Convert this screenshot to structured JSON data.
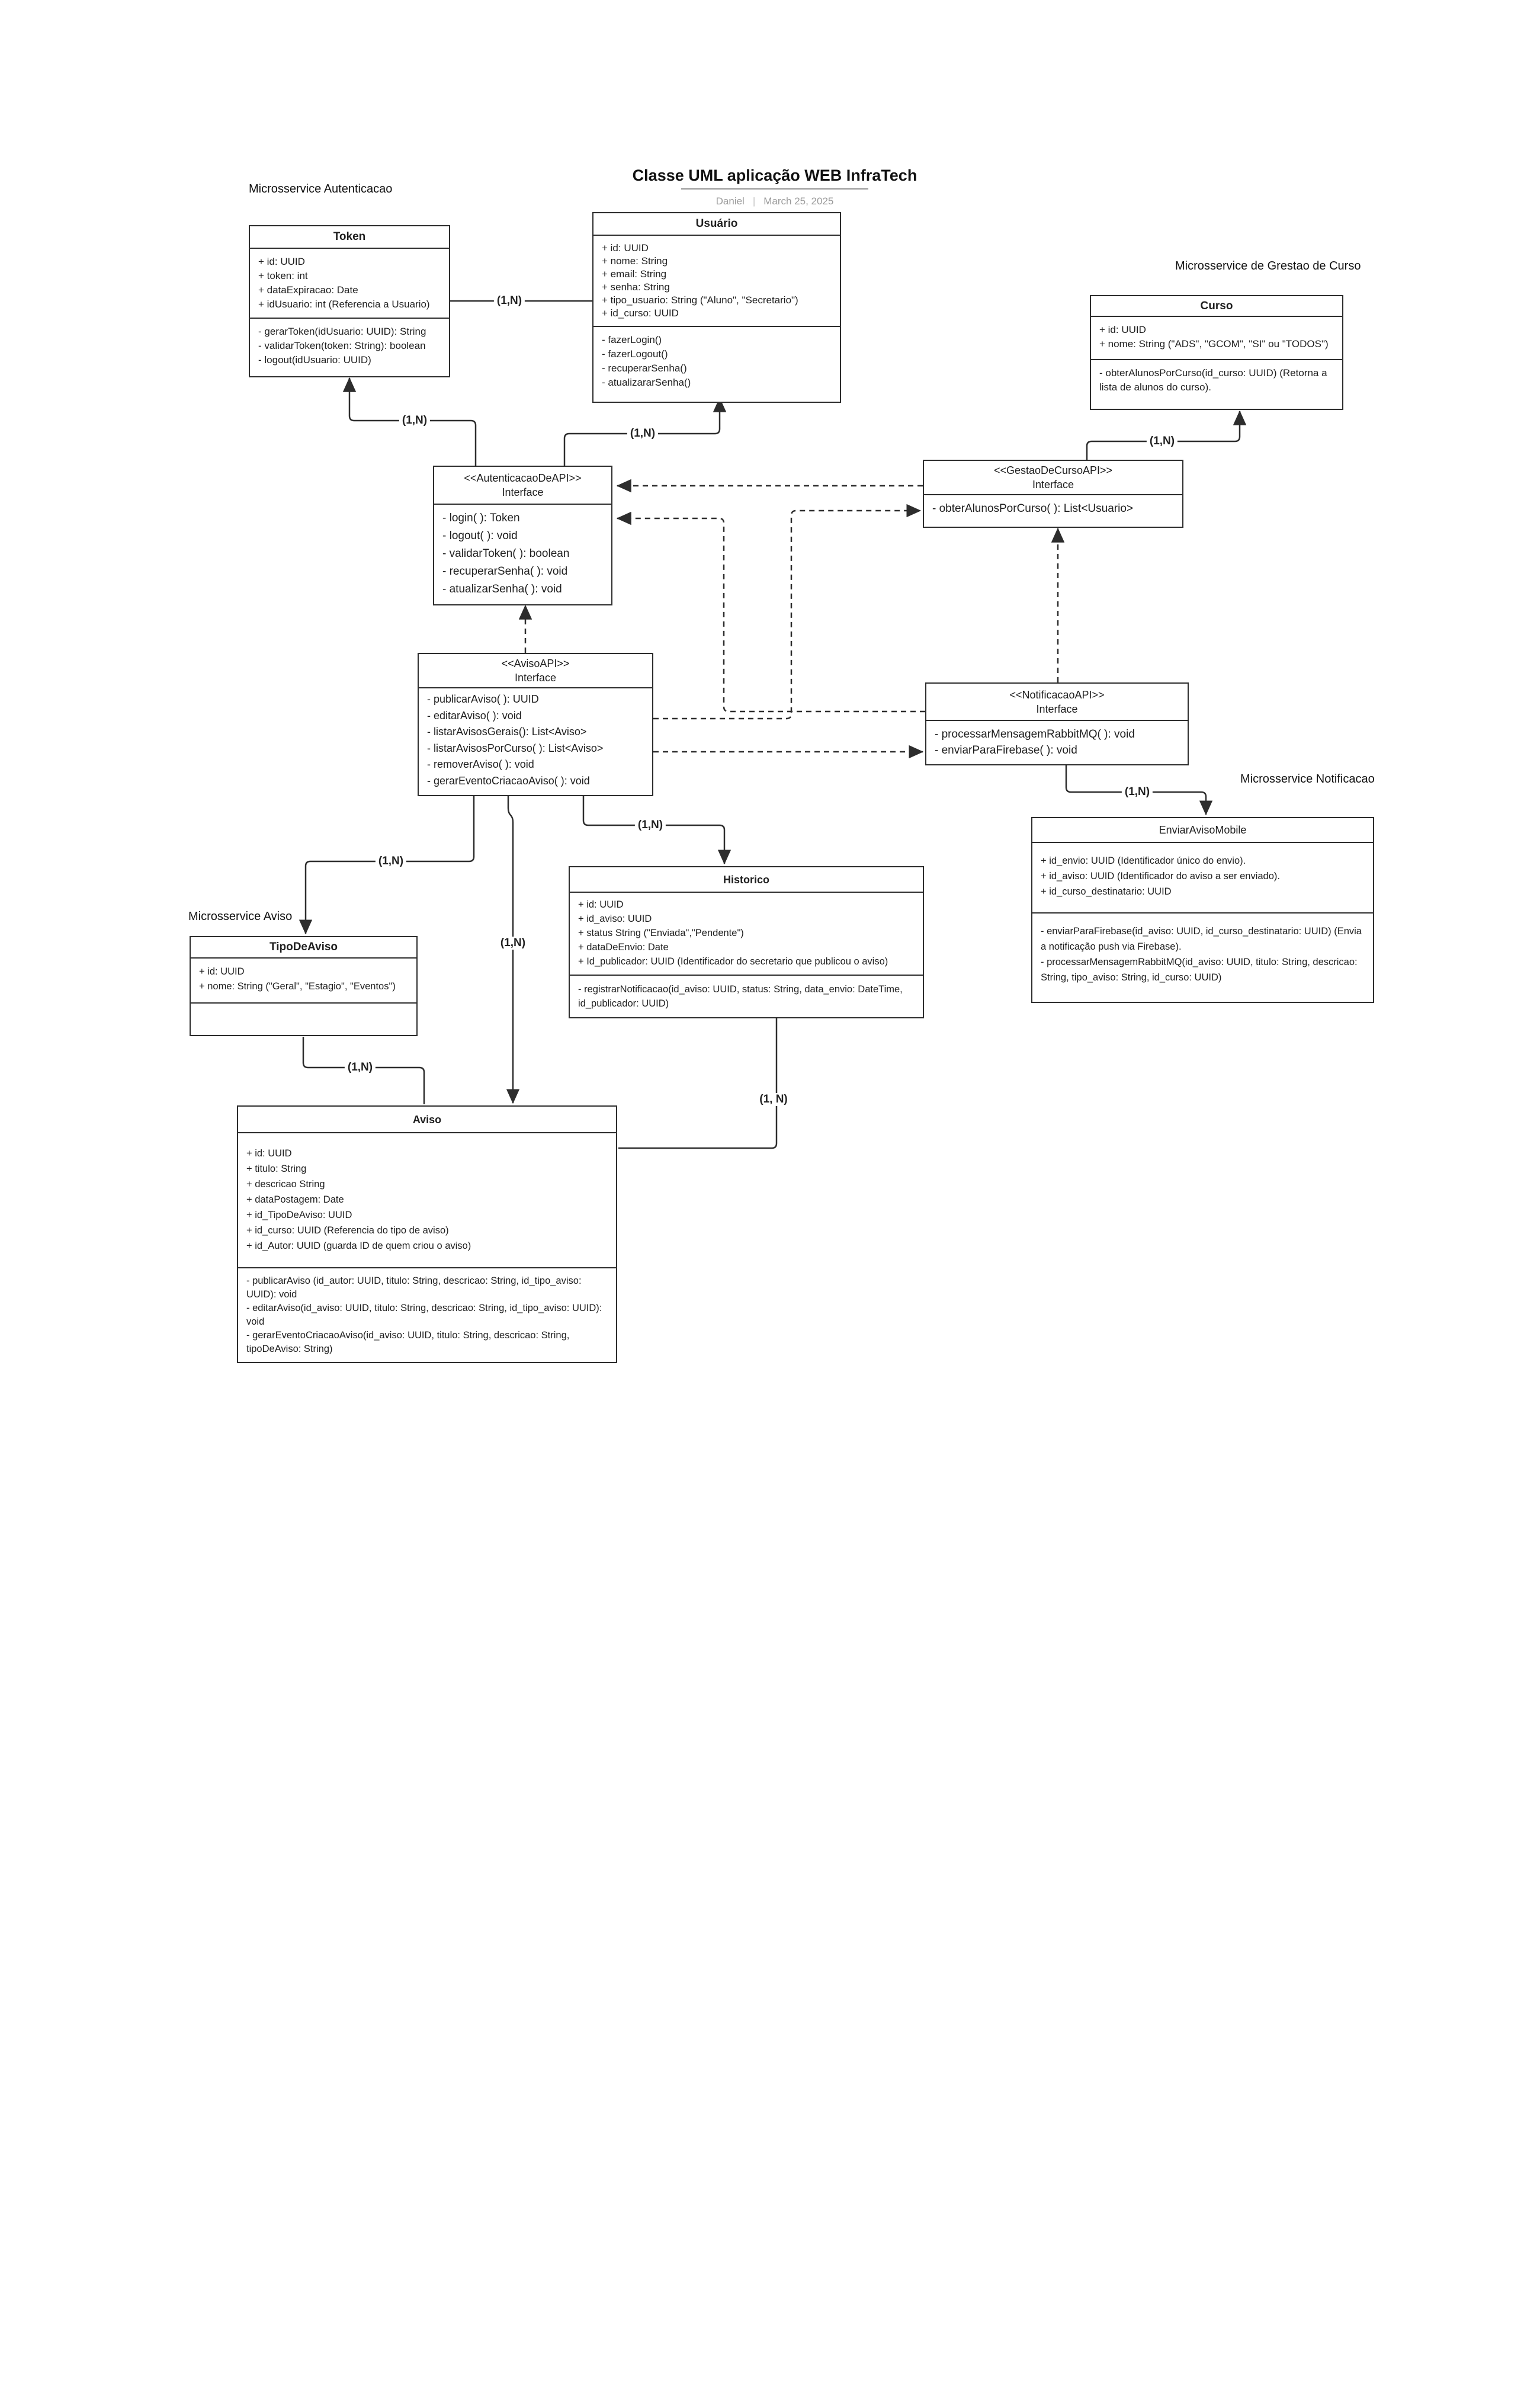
{
  "header": {
    "title": "Classe UML aplicação WEB InfraTech",
    "author": "Daniel",
    "separator": "|",
    "date": "March 25, 2025"
  },
  "service_labels": {
    "autenticacao": "Microsservice Autenticacao",
    "gestao_curso": "Microsservice de Grestao de Curso",
    "notificacao": "Microsservice Notificacao",
    "aviso": "Microsservice Aviso"
  },
  "classes": {
    "token": {
      "name": "Token",
      "attributes": [
        "+ id: UUID",
        "+ token: int",
        "+ dataExpiracao: Date",
        "+ idUsuario: int (Referencia a Usuario)"
      ],
      "methods": [
        "- gerarToken(idUsuario: UUID): String",
        "- validarToken(token: String): boolean",
        "- logout(idUsuario: UUID)"
      ]
    },
    "usuario": {
      "name": "Usuário",
      "attributes": [
        "+ id: UUID",
        "+ nome: String",
        "+ email: String",
        "+ senha: String",
        "+ tipo_usuario: String (\"Aluno\", \"Secretario\")",
        "+ id_curso: UUID"
      ],
      "methods": [
        "- fazerLogin()",
        "- fazerLogout()",
        "- recuperarSenha()",
        "- atualizararSenha()"
      ]
    },
    "curso": {
      "name": "Curso",
      "attributes": [
        "+ id: UUID",
        "+ nome: String (\"ADS\", \"GCOM\", \"SI\" ou \"TODOS\")"
      ],
      "methods": [
        "- obterAlunosPorCurso(id_curso: UUID) (Retorna a lista de alunos do curso)."
      ]
    },
    "autenticacao_api": {
      "stereotype": "<<AutenticacaoDeAPI>>",
      "name": "Interface",
      "methods": [
        "- login( ): Token",
        "- logout( ): void",
        "- validarToken( ): boolean",
        "- recuperarSenha( ): void",
        "- atualizarSenha( ): void"
      ]
    },
    "gestao_api": {
      "stereotype": "<<GestaoDeCursoAPI>>",
      "name": "Interface",
      "methods": [
        "- obterAlunosPorCurso( ): List<Usuario>"
      ]
    },
    "aviso_api": {
      "stereotype": "<<AvisoAPI>>",
      "name": "Interface",
      "methods": [
        "- publicarAviso( ): UUID",
        "- editarAviso( ): void",
        "- listarAvisosGerais(): List<Aviso>",
        "- listarAvisosPorCurso( ): List<Aviso>",
        "- removerAviso( ): void",
        "- gerarEventoCriacaoAviso( ): void"
      ]
    },
    "notificacao_api": {
      "stereotype": "<<NotificacaoAPI>>",
      "name": "Interface",
      "methods": [
        "- processarMensagemRabbitMQ( ): void",
        "- enviarParaFirebase( ): void"
      ]
    },
    "enviar_aviso_mobile": {
      "name": "EnviarAvisoMobile",
      "attributes": [
        "+ id_envio: UUID (Identificador único do envio).",
        "+ id_aviso: UUID (Identificador do aviso a ser enviado).",
        "+ id_curso_destinatario: UUID"
      ],
      "methods": [
        "- enviarParaFirebase(id_aviso: UUID, id_curso_destinatario: UUID) (Envia a notificação push via Firebase).",
        "- processarMensagemRabbitMQ(id_aviso: UUID, titulo: String, descricao: String, tipo_aviso: String, id_curso: UUID)"
      ]
    },
    "historico": {
      "name": "Historico",
      "attributes": [
        "+ id: UUID",
        "+ id_aviso: UUID",
        "+ status String (\"Enviada\",\"Pendente\")",
        "+ dataDeEnvio: Date",
        "+ Id_publicador:  UUID (Identificador do secretario que publicou o aviso)"
      ],
      "methods": [
        "- registrarNotificacao(id_aviso: UUID, status: String, data_envio: DateTime, id_publicador: UUID)"
      ]
    },
    "tipo_de_aviso": {
      "name": "TipoDeAviso",
      "attributes": [
        "+ id: UUID",
        "+ nome: String (\"Geral\", \"Estagio\", \"Eventos\")"
      ],
      "methods": []
    },
    "aviso": {
      "name": "Aviso",
      "attributes": [
        "+ id: UUID",
        "+ titulo: String",
        "+ descricao String",
        "+ dataPostagem: Date",
        "+ id_TipoDeAviso: UUID",
        "+ id_curso: UUID (Referencia do tipo de aviso)",
        "+ id_Autor: UUID (guarda ID de quem criou o aviso)"
      ],
      "methods": [
        "- publicarAviso (id_autor: UUID, titulo: String, descricao: String, id_tipo_aviso: UUID): void",
        "- editarAviso(id_aviso: UUID, titulo: String, descricao: String, id_tipo_aviso: UUID): void",
        "- gerarEventoCriacaoAviso(id_aviso: UUID, titulo: String, descricao: String, tipoDeAviso: String)"
      ]
    }
  },
  "multiplicity": {
    "token_usuario": "(1,N)",
    "auth_token": "(1,N)",
    "auth_usuario": "(1,N)",
    "gestao_curso": "(1,N)",
    "avisoapi_tipodeaviso": "(1,N)",
    "avisoapi_aviso": "(1,N)",
    "avisoapi_historico": "(1,N)",
    "notificacao_enviar": "(1,N)",
    "tipodeaviso_aviso": "(1,N)",
    "historico_aviso": "(1, N)"
  }
}
